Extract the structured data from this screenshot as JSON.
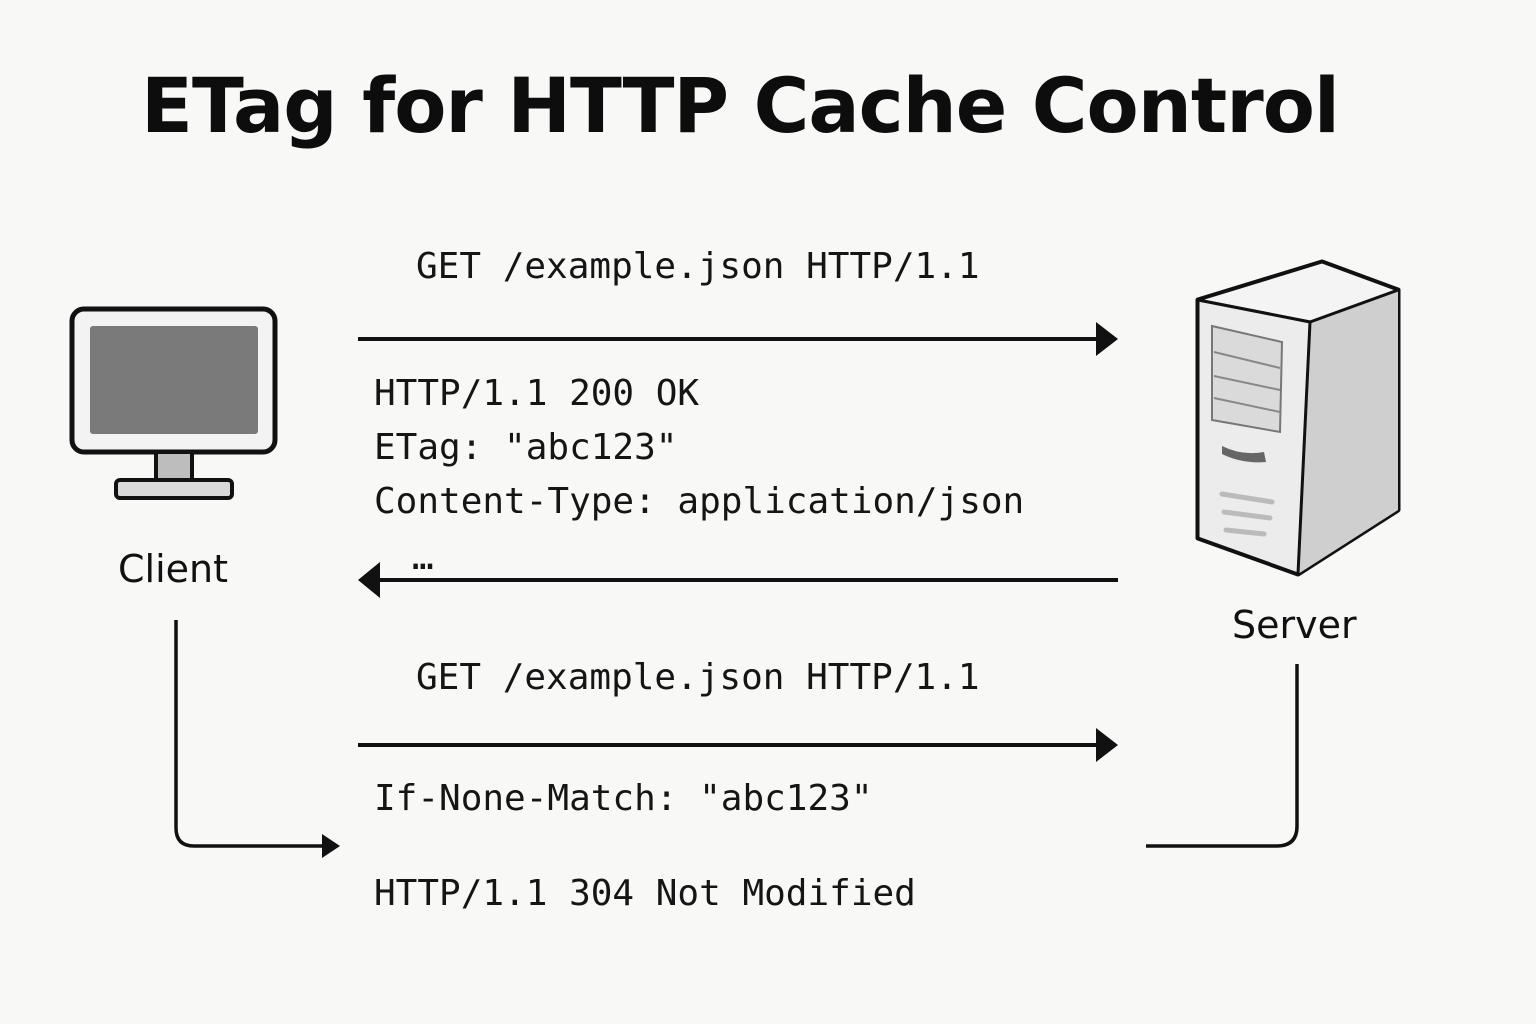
{
  "title": "ETag for HTTP Cache Control",
  "client": {
    "label": "Client",
    "icon": "monitor-icon"
  },
  "server": {
    "label": "Server",
    "icon": "server-tower-icon"
  },
  "exchange_1": {
    "request_line": "GET /example.json HTTP/1.1",
    "response_lines": [
      "HTTP/1.1 200 OK",
      "ETag: \"abc123\"",
      "Content-Type: application/json"
    ],
    "ellipsis": "…"
  },
  "exchange_2": {
    "request_line": "GET /example.json HTTP/1.1",
    "request_header": "If-None-Match: \"abc123\"",
    "response_line": "HTTP/1.1 304 Not Modified"
  },
  "colors": {
    "background": "#f8f8f6",
    "ink": "#111111",
    "screen_gray": "#7a7a7a",
    "server_light": "#e4e4e4",
    "server_side": "#cdcdcd"
  }
}
